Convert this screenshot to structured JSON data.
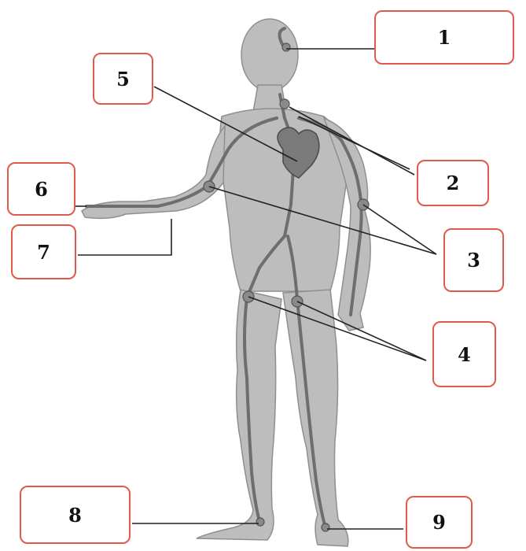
{
  "labels": {
    "l1": "1",
    "l2": "2",
    "l3": "3",
    "l4": "4",
    "l5": "5",
    "l6": "6",
    "l7": "7",
    "l8": "8",
    "l9": "9"
  },
  "colors": {
    "box_border": "#e05a4a",
    "skin": "#bdbdbd",
    "skin_shadow": "#9a9a9a",
    "vessel": "#6e6e6e",
    "heart": "#7a7a7a",
    "leader_line": "#222222",
    "marker": "#8a8a8a"
  }
}
